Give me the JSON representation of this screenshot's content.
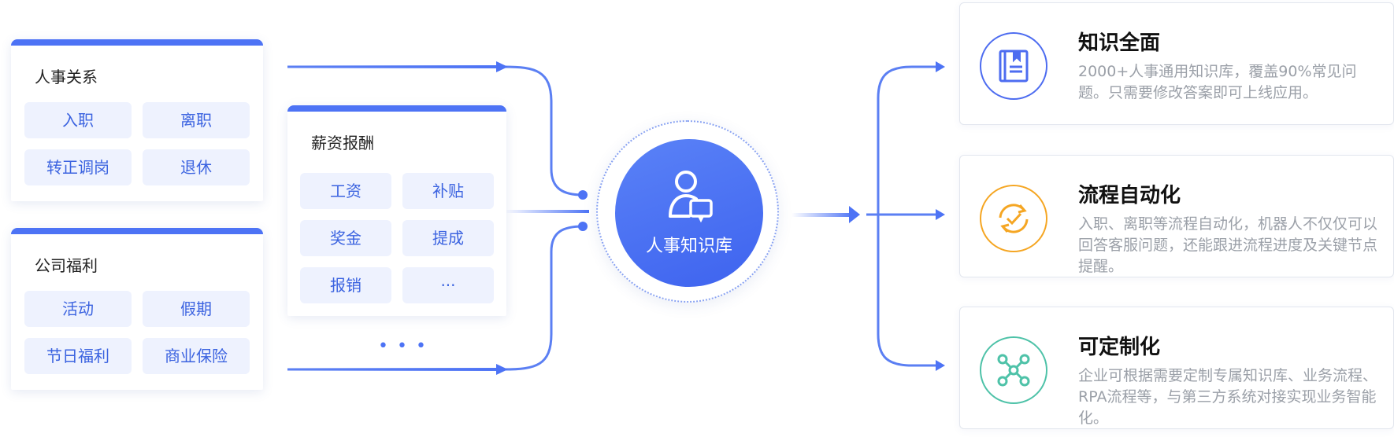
{
  "left_cards": {
    "renshi": {
      "title": "人事关系",
      "tags": [
        "入职",
        "离职",
        "转正调岗",
        "退休"
      ]
    },
    "fuli": {
      "title": "公司福利",
      "tags": [
        "活动",
        "假期",
        "节日福利",
        "商业保险"
      ]
    },
    "xinzi": {
      "title": "薪资报酬",
      "tags": [
        "工资",
        "补贴",
        "奖金",
        "提成",
        "报销",
        "···"
      ]
    },
    "more": "• • •"
  },
  "hub": {
    "label": "人事知识库",
    "icon": "user-chat-icon"
  },
  "features": [
    {
      "title": "知识全面",
      "desc": "2000+人事通用知识库，覆盖90%常见问题。只需要修改答案即可上线应用。",
      "icon": "book-icon",
      "color": "#4d6cf0"
    },
    {
      "title": "流程自动化",
      "desc": "入职、离职等流程自动化，机器人不仅仅可以回答客服问题，还能跟进流程进度及关键节点提醒。",
      "icon": "refresh-check-icon",
      "color": "#f5a623"
    },
    {
      "title": "可定制化",
      "desc": "企业可根据需要定制专属知识库、业务流程、RPA流程等，与第三方系统对接实现业务智能化。",
      "icon": "network-nodes-icon",
      "color": "#4ec2a8"
    }
  ],
  "colors": {
    "accent": "#4d73f5",
    "tag_bg": "#eef2fe",
    "tag_text": "#3b63e0"
  }
}
